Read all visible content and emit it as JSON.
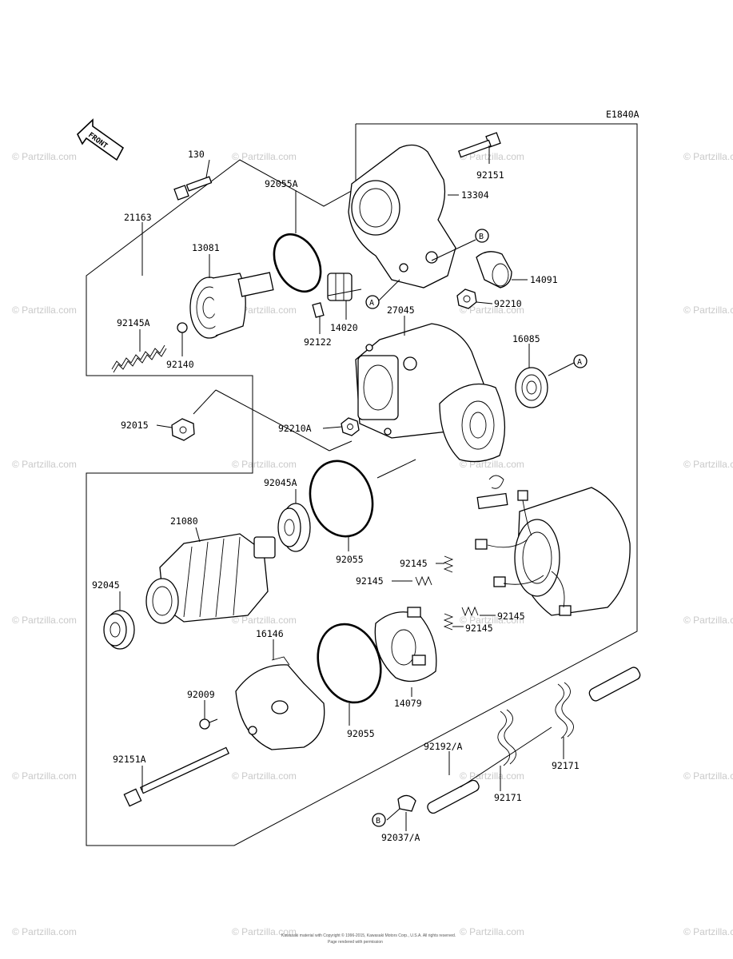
{
  "diagram_code": "E1840A",
  "front_label": "FRONT",
  "watermark_text": "© Partzilla.com",
  "footer": {
    "line1": "Kawasaki material with Copyright © 1996-2015, Kawasaki Motors Corp., U.S.A. All rights reserved.",
    "line2": "Page rendered with permission"
  },
  "reference_markers": [
    "A",
    "B"
  ],
  "part_labels": [
    "130",
    "21163",
    "92055A",
    "13304",
    "92151",
    "13081",
    "14091",
    "92210",
    "27045",
    "14020",
    "92145A",
    "92122",
    "92140",
    "16085",
    "92015",
    "92210A",
    "92045A",
    "21080",
    "92055",
    "92145",
    "92145",
    "92145",
    "92145",
    "92045",
    "16146",
    "14079",
    "92009",
    "92055",
    "92192/A",
    "92171",
    "92171",
    "92151A",
    "92037/A"
  ],
  "colors": {
    "ink": "#000000",
    "watermark": "#c9c9c9",
    "background": "#ffffff"
  }
}
